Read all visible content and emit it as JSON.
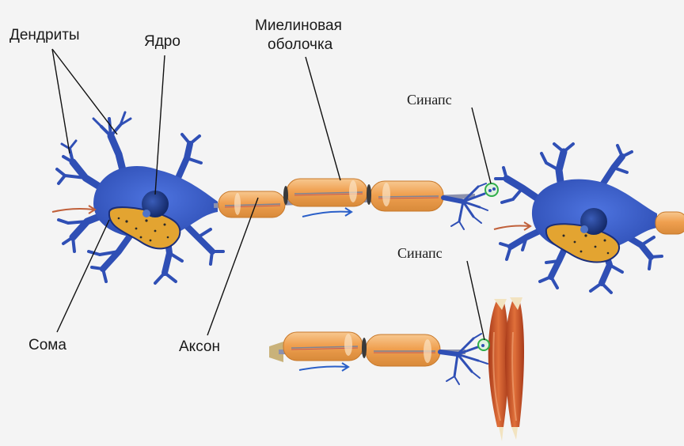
{
  "labels": {
    "dendrites": "Дендриты",
    "nucleus": "Ядро",
    "myelin_line1": "Миелиновая",
    "myelin_line2": "оболочка",
    "synapse_top": "Синапс",
    "synapse_bottom": "Синапс",
    "soma": "Сома",
    "axon": "Аксон"
  },
  "colors": {
    "neuron_body": "#3f5fcf",
    "soma_cytoplasm": "#e3a431",
    "myelin": "#f0a85a",
    "axon_core": "#9a9fb8",
    "muscle": "#c8552b",
    "signal_arrow_blue": "#2a5fc8",
    "signal_arrow_red": "#c0603a",
    "synapse_ring": "#2fae4a"
  }
}
